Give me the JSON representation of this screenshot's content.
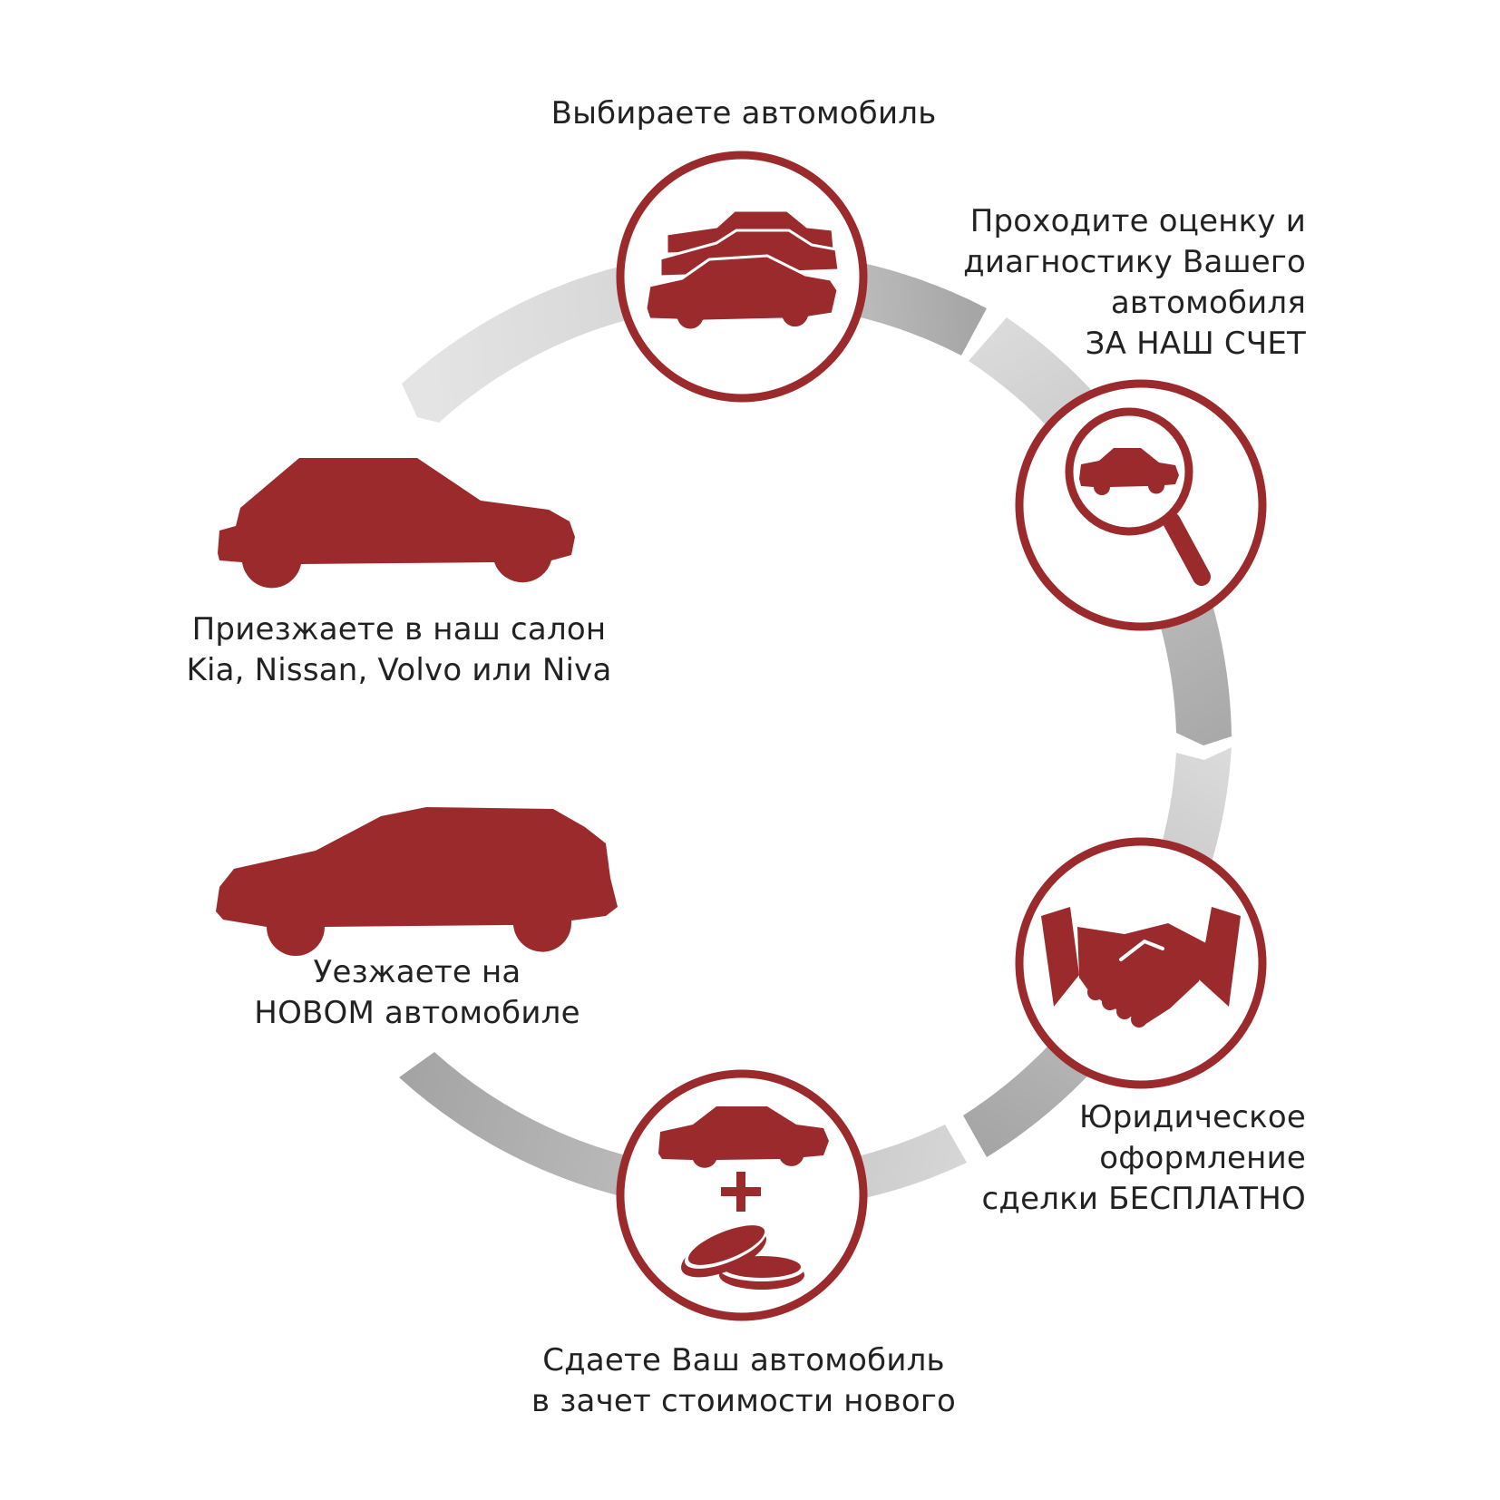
{
  "colors": {
    "accent": "#9B2A2C",
    "ring_light": "#D9D9D9",
    "ring_dark": "#A8A8A8",
    "text": "#222222"
  },
  "steps": [
    {
      "id": "choose",
      "icon": "stacked-cars-icon",
      "lines": [
        "Выбираете автомобиль"
      ]
    },
    {
      "id": "evaluate",
      "icon": "magnifier-car-icon",
      "lines": [
        "Проходите оценку и",
        "диагностику Вашего",
        "автомобиля",
        "ЗА НАШ СЧЕТ"
      ]
    },
    {
      "id": "legal",
      "icon": "handshake-icon",
      "lines": [
        "Юридическое",
        "оформление",
        "сделки БЕСПЛАТНО"
      ]
    },
    {
      "id": "tradein",
      "icon": "car-plus-coins-icon",
      "lines": [
        "Сдаете Ваш автомобиль",
        "в зачет стоимости нового"
      ]
    },
    {
      "id": "leave",
      "icon": "suv-icon",
      "lines": [
        "Уезжаете на",
        "НОВОМ автомобиле"
      ]
    },
    {
      "id": "arrive",
      "icon": "hatchback-icon",
      "lines": [
        "Приезжаете в наш салон",
        "Kia, Nissan, Volvo или Niva"
      ]
    }
  ]
}
